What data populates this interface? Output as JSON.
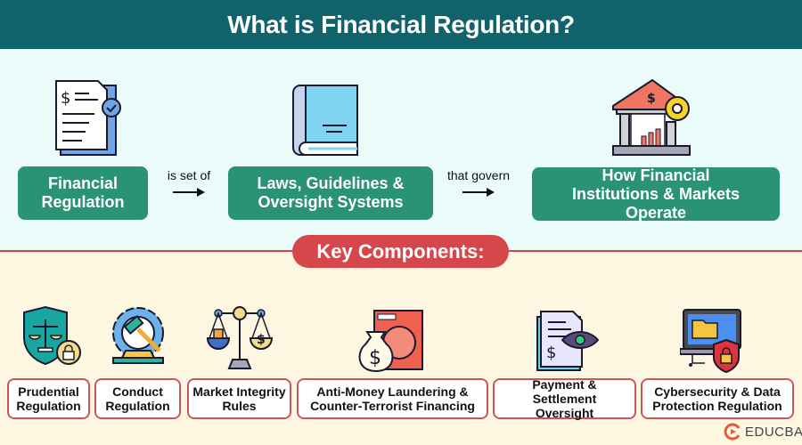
{
  "header": {
    "title": "What is Financial Regulation?"
  },
  "definition": {
    "boxes": [
      {
        "label": "Financial Regulation",
        "icon": "document-dollar-check-icon"
      },
      {
        "label": "Laws, Guidelines & Oversight Systems",
        "icon": "book-icon"
      },
      {
        "label": "How Financial Institutions & Markets Operate",
        "icon": "bank-gear-chart-icon"
      }
    ],
    "connectors": [
      {
        "label": "is set of"
      },
      {
        "label": "that govern"
      }
    ]
  },
  "key_components": {
    "title": "Key Components:",
    "items": [
      {
        "label": "Prudential Regulation",
        "icon": "shield-scale-lock-icon"
      },
      {
        "label": "Conduct Regulation",
        "icon": "gavel-gear-icon"
      },
      {
        "label": "Market Integrity Rules",
        "icon": "balance-scale-icon"
      },
      {
        "label": "Anti-Money Laundering & Counter-Terrorist Financing",
        "icon": "money-bag-washing-machine-icon"
      },
      {
        "label": "Payment & Settlement Oversight",
        "icon": "document-eye-icon"
      },
      {
        "label": "Cybersecurity & Data Protection Regulation",
        "icon": "laptop-shield-lock-icon"
      }
    ]
  },
  "brand": {
    "name": "EDUCBA"
  },
  "colors": {
    "header": "#11636b",
    "green_box": "#2a9374",
    "accent_red": "#d5474b",
    "top_bg": "#eafbf9",
    "bottom_bg": "#fdf7e1"
  }
}
